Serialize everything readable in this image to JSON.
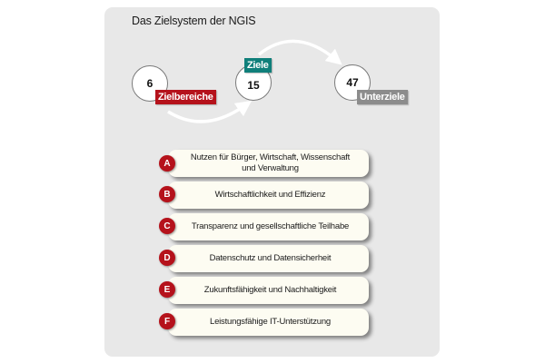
{
  "title": "Das Zielsystem der NGIS",
  "colors": {
    "panel_bg": "#e8e8e8",
    "red": "#b5121b",
    "teal": "#0f7f7a",
    "gray": "#8c8c8c",
    "pill_bg": "#fdfcf2"
  },
  "levels": [
    {
      "count": "6",
      "label": "Zielbereiche",
      "color": "#b5121b"
    },
    {
      "count": "15",
      "label": "Ziele",
      "color": "#0f7f7a"
    },
    {
      "count": "47",
      "label": "Unterziele",
      "color": "#8c8c8c"
    }
  ],
  "areas": [
    {
      "letter": "A",
      "text": "Nutzen für Bürger, Wirtschaft, Wissenschaft und Verwaltung"
    },
    {
      "letter": "B",
      "text": "Wirtschaftlichkeit und Effizienz"
    },
    {
      "letter": "C",
      "text": "Transparenz und gesellschaftliche Teilhabe"
    },
    {
      "letter": "D",
      "text": "Datenschutz und Datensicherheit"
    },
    {
      "letter": "E",
      "text": "Zukunftsfähigkeit und Nachhaltigkeit"
    },
    {
      "letter": "F",
      "text": "Leistungsfähige IT-Unterstützung"
    }
  ]
}
